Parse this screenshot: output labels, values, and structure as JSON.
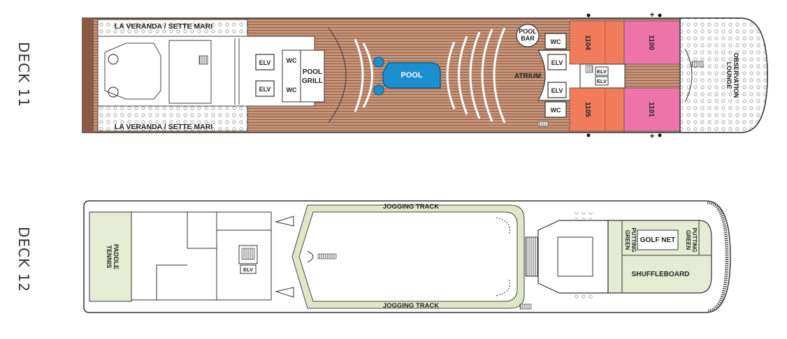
{
  "deck11": {
    "title": "DECK 11",
    "labels": {
      "veranda_top": "LA VERANDA / SETTE MARI",
      "veranda_bottom": "LA VERANDA / SETTE MARI",
      "elv": "ELV",
      "wc": "WC",
      "pool_grill_1": "POOL",
      "pool_grill_2": "GRILL",
      "pool": "POOL",
      "pool_bar_1": "POOL",
      "pool_bar_2": "BAR",
      "atrium": "ATRIUM",
      "observation_1": "OBSERVATION",
      "observation_2": "LOUNGE"
    },
    "suites": [
      "1104",
      "1105",
      "1100",
      "1101"
    ],
    "symbols": {
      "plus": "+"
    },
    "colors": {
      "suite_orange": "#f07c5c",
      "suite_pink": "#ec74a8",
      "pool": "#1c8fd0",
      "deck_wood": "#c7967a"
    }
  },
  "deck12": {
    "title": "DECK 12",
    "labels": {
      "jogging_top": "JOGGING TRACK",
      "jogging_bottom": "JOGGING TRACK",
      "paddle_1": "PADDLE",
      "paddle_2": "TENNIS",
      "elv": "ELV",
      "putting_1": "PUTTING",
      "putting_2": "GREEN",
      "golf_net": "GOLF NET",
      "shuffleboard": "SHUFFLEBOARD"
    },
    "colors": {
      "green_area": "#e6ecd4",
      "track": "#dfe7c6"
    }
  }
}
